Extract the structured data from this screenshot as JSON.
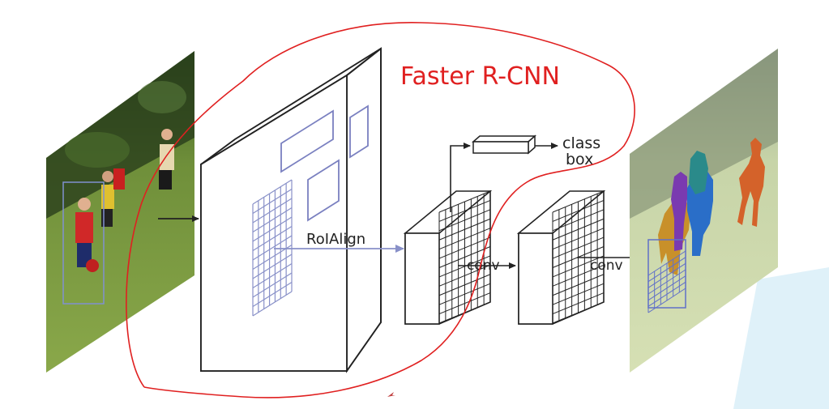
{
  "annotation": {
    "title": "Faster R-CNN",
    "color": "#e02020"
  },
  "labels": {
    "roi_align": "RoIAlign",
    "conv_1": "conv",
    "conv_2": "conv",
    "class": "class",
    "box": "box"
  },
  "colors": {
    "roi_line": "#8890c8",
    "box_outline": "#7a80c0",
    "stroke": "#222222",
    "corner_tint": "#d6ecf7"
  },
  "images": {
    "input": "soccer-players-photo",
    "output": "soccer-players-mask-photo"
  }
}
